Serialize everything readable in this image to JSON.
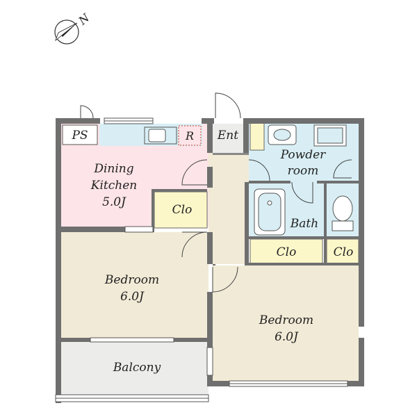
{
  "compass": {
    "north_label": "N",
    "icon": "compass-icon"
  },
  "rooms": {
    "ps": {
      "label": "PS"
    },
    "refrigerator": {
      "label": "R"
    },
    "entrance": {
      "label": "Ent"
    },
    "dining_kitchen": {
      "line1": "Dining",
      "line2": "Kitchen",
      "size": "5.0J"
    },
    "closet_dk": {
      "label": "Clo"
    },
    "powder_room": {
      "line1": "Powder",
      "line2": "room"
    },
    "bath": {
      "label": "Bath"
    },
    "closet_mid": {
      "label": "Clo"
    },
    "closet_right": {
      "label": "Clo"
    },
    "bedroom_left": {
      "line1": "Bedroom",
      "size": "6.0J"
    },
    "bedroom_right": {
      "line1": "Bedroom",
      "size": "6.0J"
    },
    "balcony": {
      "label": "Balcony"
    }
  },
  "colors": {
    "dining_kitchen": "#fde4e8",
    "bedroom": "#f1ead6",
    "wet_area": "#d8eef4",
    "closet": "#fcf7c9",
    "balcony": "#ececea",
    "wall": "#6f6f6f"
  }
}
